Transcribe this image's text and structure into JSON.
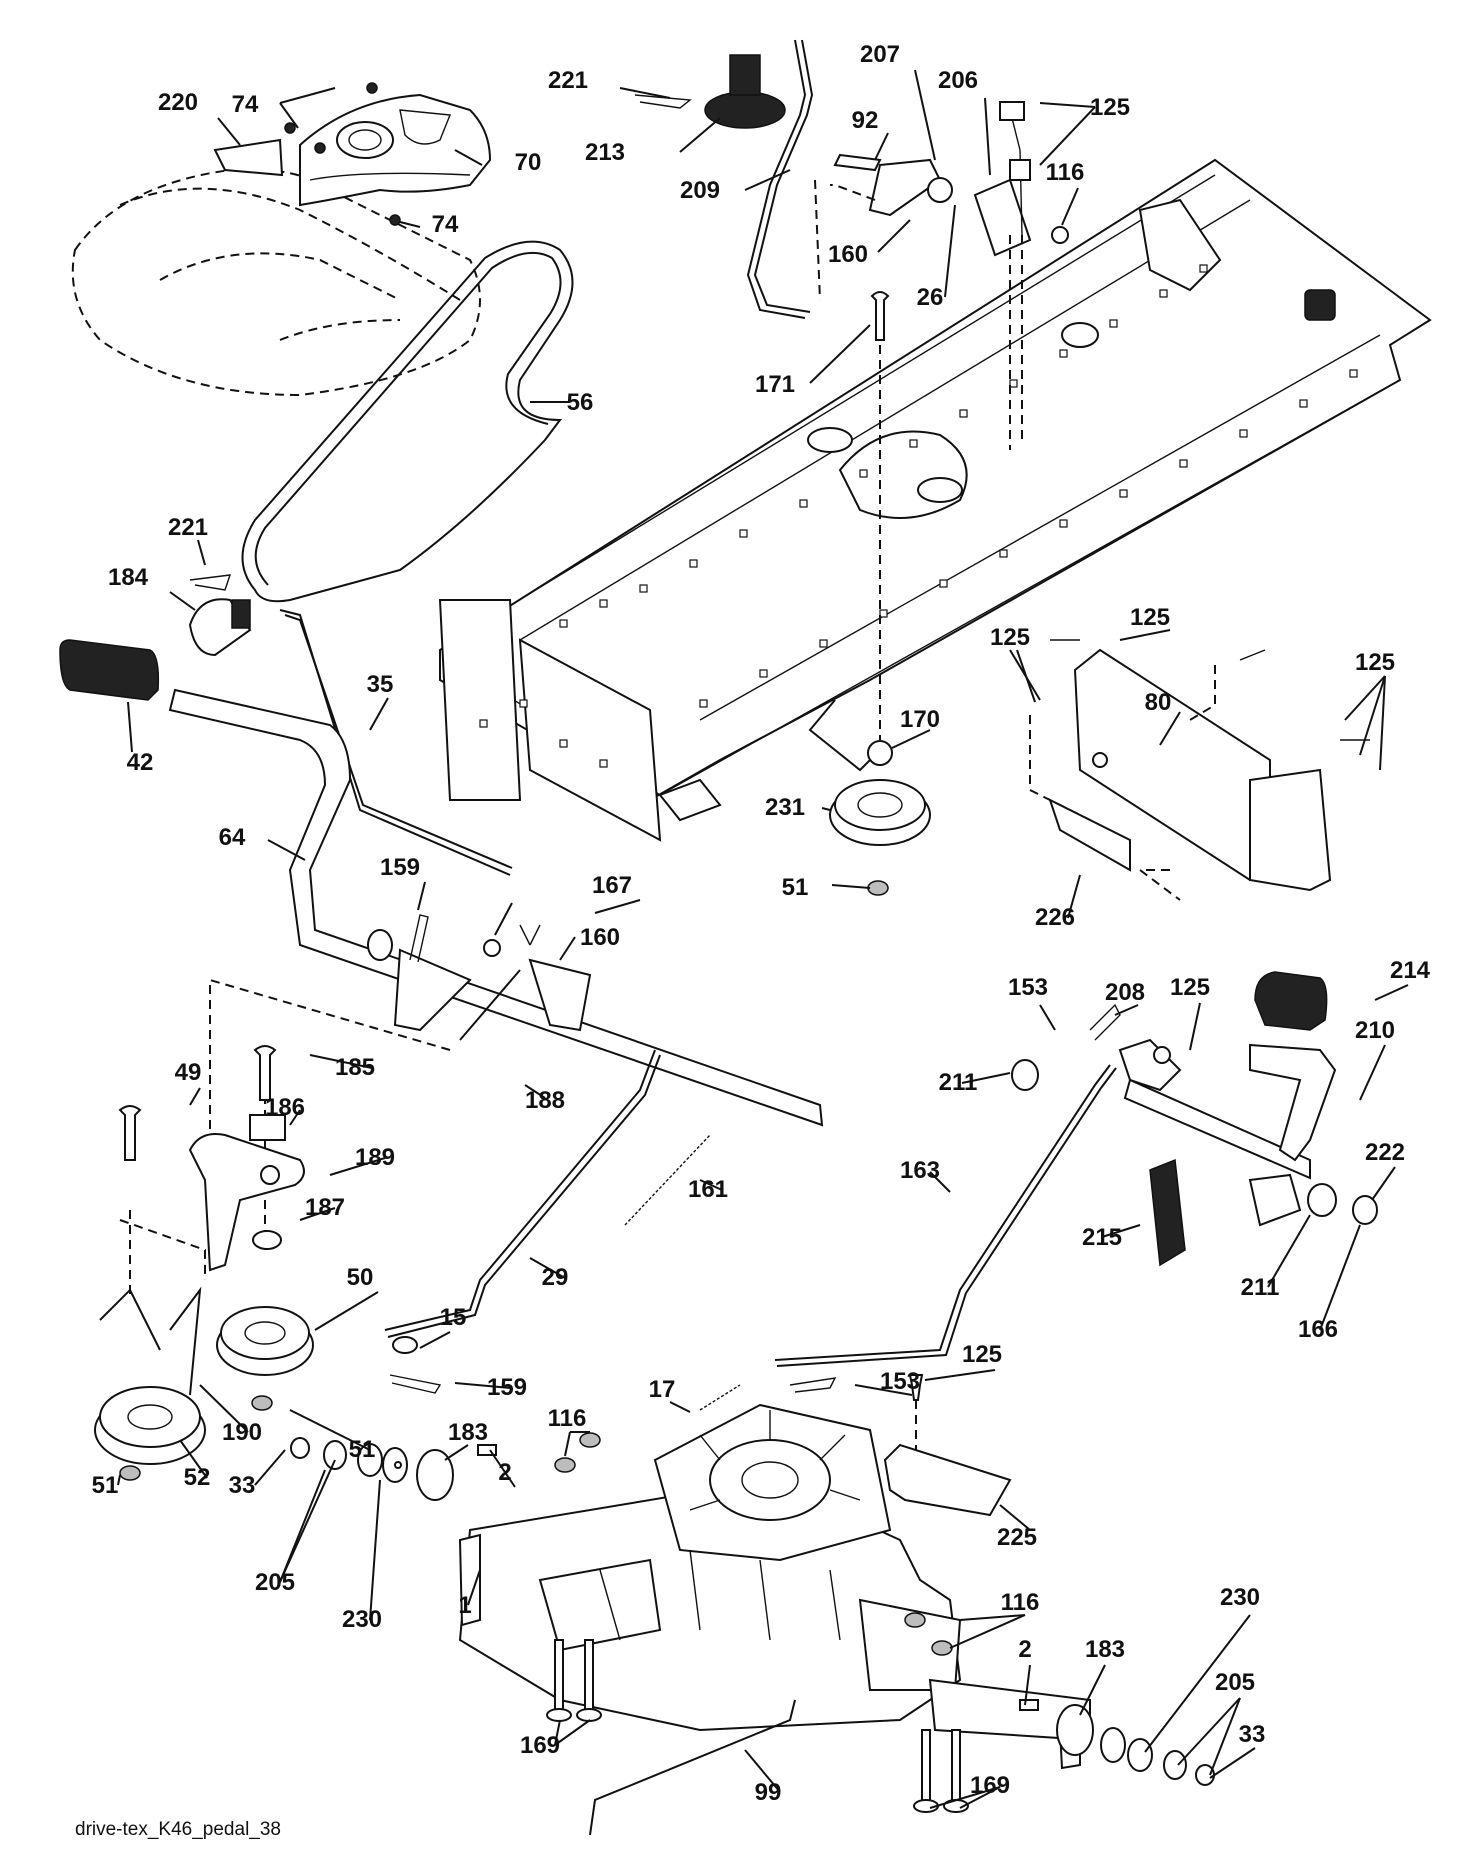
{
  "diagram": {
    "caption": "drive-tex_K46_pedal_38",
    "labels": [
      {
        "text": "220"
      },
      {
        "text": "74"
      },
      {
        "text": "70"
      },
      {
        "text": "74"
      },
      {
        "text": "221"
      },
      {
        "text": "213"
      },
      {
        "text": "209"
      },
      {
        "text": "92"
      },
      {
        "text": "207"
      },
      {
        "text": "206"
      },
      {
        "text": "125"
      },
      {
        "text": "116"
      },
      {
        "text": "160"
      },
      {
        "text": "26"
      },
      {
        "text": "171"
      },
      {
        "text": "56"
      },
      {
        "text": "221"
      },
      {
        "text": "184"
      },
      {
        "text": "42"
      },
      {
        "text": "35"
      },
      {
        "text": "64"
      },
      {
        "text": "159"
      },
      {
        "text": "167"
      },
      {
        "text": "160"
      },
      {
        "text": "170"
      },
      {
        "text": "231"
      },
      {
        "text": "51"
      },
      {
        "text": "125"
      },
      {
        "text": "125"
      },
      {
        "text": "80"
      },
      {
        "text": "125"
      },
      {
        "text": "226"
      },
      {
        "text": "49"
      },
      {
        "text": "185"
      },
      {
        "text": "186"
      },
      {
        "text": "188"
      },
      {
        "text": "189"
      },
      {
        "text": "187"
      },
      {
        "text": "161"
      },
      {
        "text": "29"
      },
      {
        "text": "50"
      },
      {
        "text": "15"
      },
      {
        "text": "159"
      },
      {
        "text": "190"
      },
      {
        "text": "51"
      },
      {
        "text": "52"
      },
      {
        "text": "51"
      },
      {
        "text": "153"
      },
      {
        "text": "208"
      },
      {
        "text": "125"
      },
      {
        "text": "214"
      },
      {
        "text": "211"
      },
      {
        "text": "210"
      },
      {
        "text": "163"
      },
      {
        "text": "222"
      },
      {
        "text": "215"
      },
      {
        "text": "211"
      },
      {
        "text": "166"
      },
      {
        "text": "125"
      },
      {
        "text": "17"
      },
      {
        "text": "153"
      },
      {
        "text": "183"
      },
      {
        "text": "2"
      },
      {
        "text": "116"
      },
      {
        "text": "225"
      },
      {
        "text": "33"
      },
      {
        "text": "205"
      },
      {
        "text": "230"
      },
      {
        "text": "1"
      },
      {
        "text": "116"
      },
      {
        "text": "2"
      },
      {
        "text": "183"
      },
      {
        "text": "230"
      },
      {
        "text": "205"
      },
      {
        "text": "33"
      },
      {
        "text": "169"
      },
      {
        "text": "169"
      },
      {
        "text": "99"
      }
    ]
  }
}
